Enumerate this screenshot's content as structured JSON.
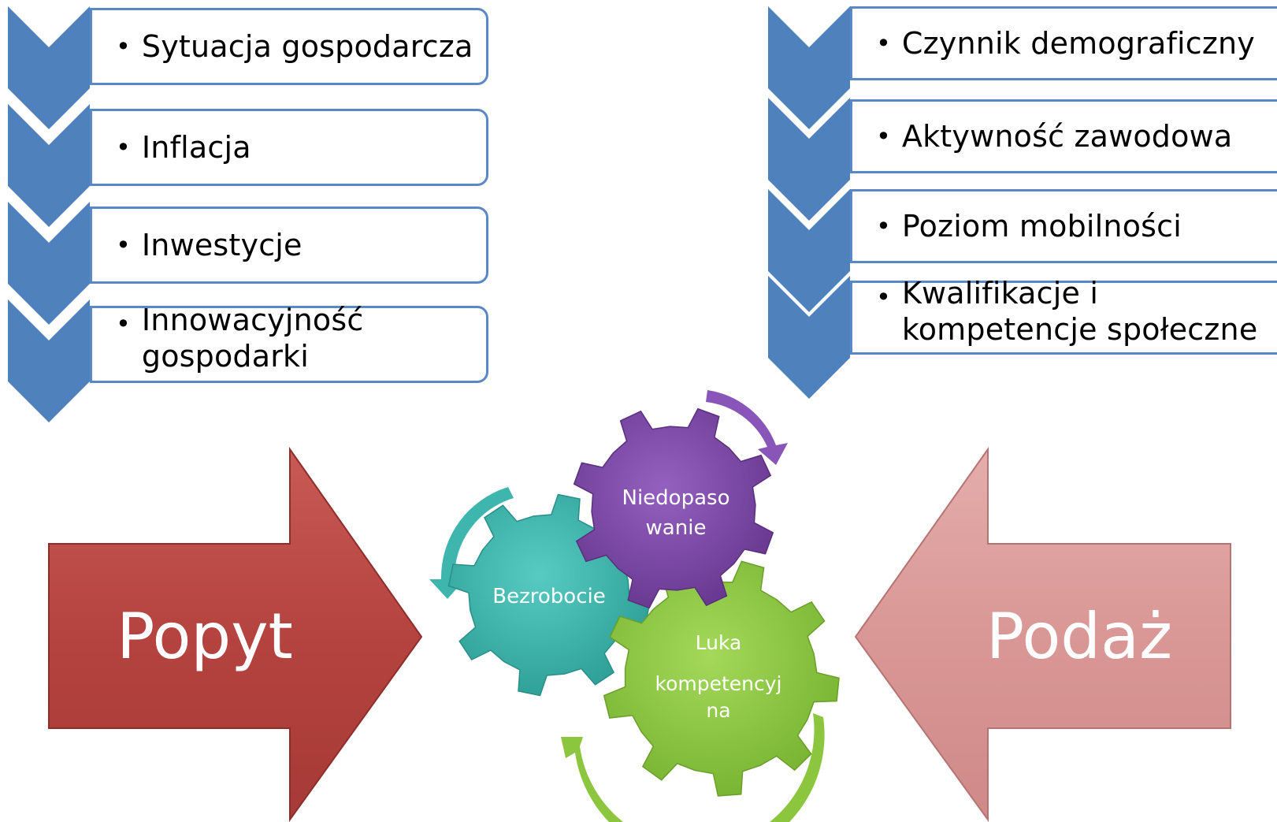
{
  "demand_factors": {
    "items": [
      "Sytuacja gospodarcza",
      "Inflacja",
      "Inwestycje",
      "Innowacyjność gospodarki"
    ]
  },
  "supply_factors": {
    "items": [
      "Czynnik demograficzny",
      "Aktywność zawodowa",
      "Poziom mobilności",
      "Kwalifikacje i kompetencje społeczne"
    ]
  },
  "arrows": {
    "left_label": "Popyt",
    "right_label": "Podaż"
  },
  "gears": {
    "unemployment": "Bezrobocie",
    "mismatch_line1": "Niedopaso",
    "mismatch_line2": "wanie",
    "gap_line1": "Luka",
    "gap_line2": "kompetencyj",
    "gap_line3": "na"
  },
  "colors": {
    "chevron_blue": "#4f81bd",
    "popyt_red": "#b5433f",
    "podaz_pink": "#d99795",
    "gear_teal": "#3fb6ad",
    "gear_purple": "#7d4aa6",
    "gear_green": "#8cc63f"
  }
}
